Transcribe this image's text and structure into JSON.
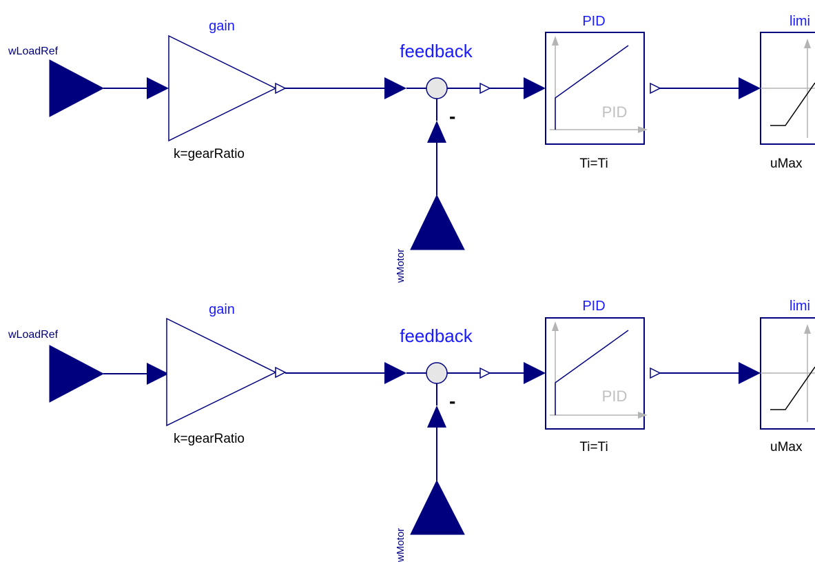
{
  "diagram": {
    "rows": [
      {
        "input": {
          "name": "wLoadRef"
        },
        "gain": {
          "name": "gain",
          "param": "k=gearRatio"
        },
        "feedback": {
          "name": "feedback",
          "sign": "-"
        },
        "pid": {
          "name": "PID",
          "icon_text": "PID",
          "param": "Ti=Ti"
        },
        "limiter": {
          "name": "limi",
          "param": "uMax"
        },
        "motor": {
          "name": "wMotor"
        }
      },
      {
        "input": {
          "name": "wLoadRef"
        },
        "gain": {
          "name": "gain",
          "param": "k=gearRatio"
        },
        "feedback": {
          "name": "feedback",
          "sign": "-"
        },
        "pid": {
          "name": "PID",
          "icon_text": "PID",
          "param": "Ti=Ti"
        },
        "limiter": {
          "name": "limi",
          "param": "uMax"
        },
        "motor": {
          "name": "wMotor"
        }
      }
    ],
    "colors": {
      "block": "#00007f",
      "name_label": "#1a1aff",
      "param_label": "#000000",
      "feedback_fill": "#e6e6e6",
      "pid_plot": "#b4b4b4"
    }
  }
}
